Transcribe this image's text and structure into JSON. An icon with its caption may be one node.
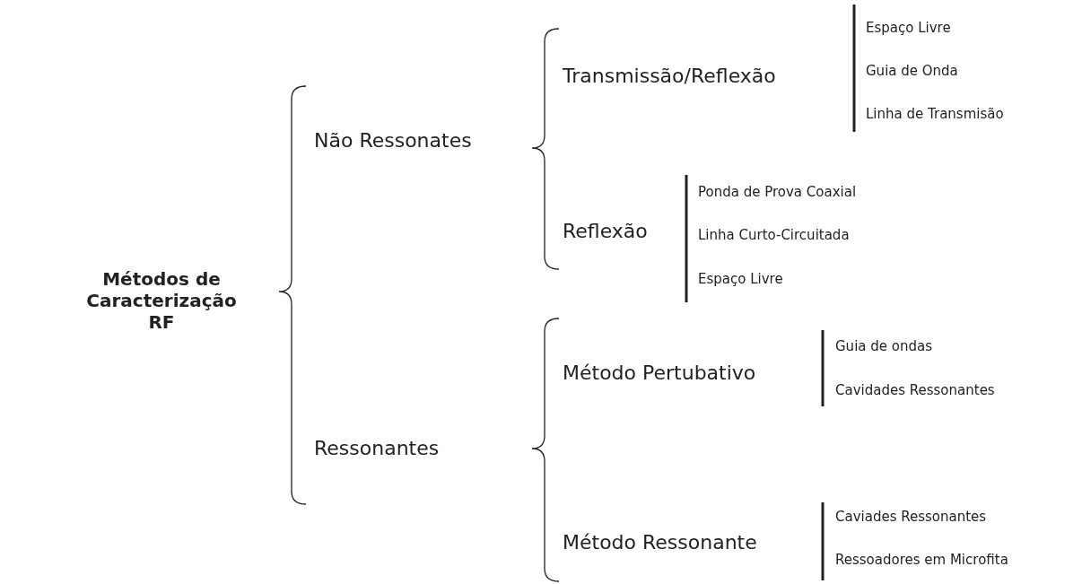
{
  "diagram": {
    "labels": [
      "Métodos de Caracterização RF",
      "Não Ressonates",
      "Ressonantes",
      "Transmissão/Reflexão",
      "Reflexão",
      "Método Pertubativo",
      "Método Ressonante",
      "Espaço Livre",
      "Guia de Onda",
      "Linha de Transmisão",
      "Ponda de Prova Coaxial",
      "Linha Curto-Circuitada",
      "Espaço Livre",
      "Guia de ondas",
      "Cavidades Ressonantes",
      "Caviades Ressonantes",
      "Ressoadores em Microfita"
    ]
  }
}
